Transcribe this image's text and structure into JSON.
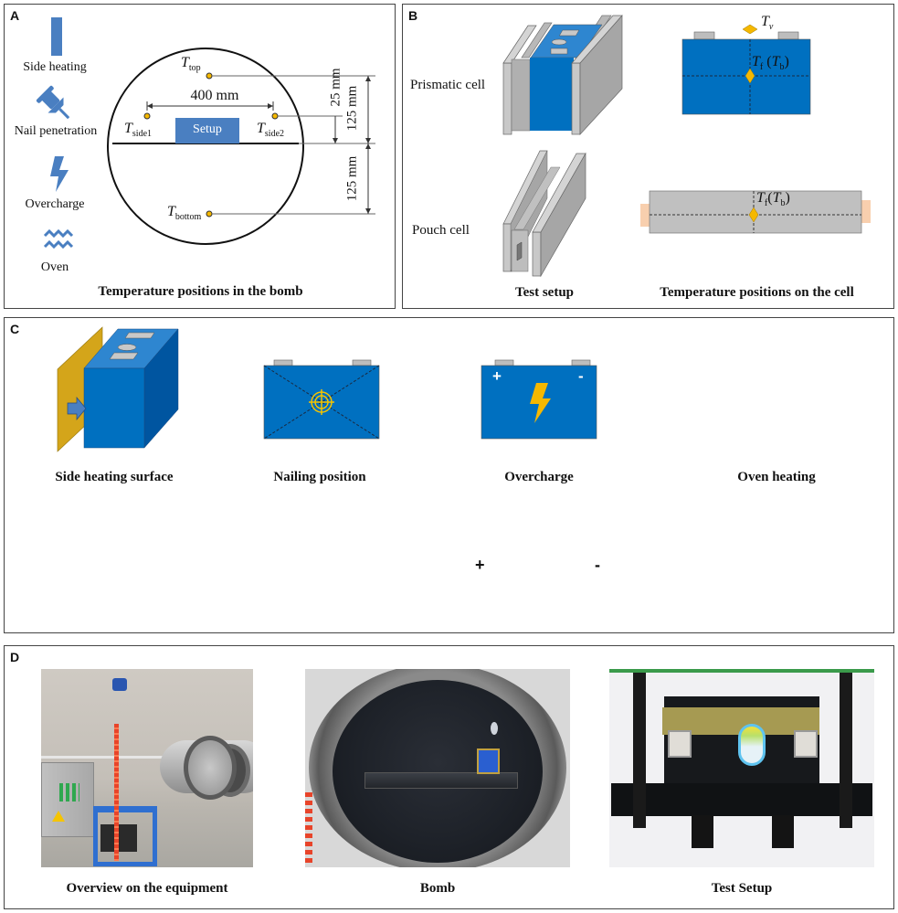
{
  "colors": {
    "icon_blue": "#4a7fc1",
    "cell_blue": "#0070c0",
    "cell_blue_light": "#2e86d0",
    "cell_blue_dark": "#0055a0",
    "gray_cell": "#c0c0c0",
    "gray_dark": "#a6a6a6",
    "heater_gold": "#d4a51a",
    "marker_yellow": "#f5b800",
    "tab_peach": "#f8cfae",
    "border": "#444444"
  },
  "panel_a": {
    "letter": "A",
    "legend": [
      {
        "icon": "side-heating-bar-icon",
        "label": "Side heating"
      },
      {
        "icon": "push-pin-icon",
        "label": "Nail penetration"
      },
      {
        "icon": "lightning-bolt-icon",
        "label": "Overcharge"
      },
      {
        "icon": "heat-waves-icon",
        "label": "Oven"
      }
    ],
    "setup_label": "Setup",
    "width_dim": "400 mm",
    "dim_25": "25 mm",
    "dim_125_top": "125 mm",
    "dim_125_bottom": "125 mm",
    "sensors": {
      "top": {
        "T": "T",
        "sub": "top"
      },
      "side1": {
        "T": "T",
        "sub": "side1"
      },
      "side2": {
        "T": "T",
        "sub": "side2"
      },
      "bottom": {
        "T": "T",
        "sub": "bottom"
      }
    },
    "caption": "Temperature positions in the bomb"
  },
  "panel_b": {
    "letter": "B",
    "row_labels": [
      "Prismatic cell",
      "Pouch cell"
    ],
    "tv": {
      "T": "T",
      "sub": "v"
    },
    "tf_tb": {
      "T1": "T",
      "sub1": "f",
      "T2": "T",
      "sub2": "b"
    },
    "caption_left": "Test setup",
    "caption_right": "Temperature positions on the cell"
  },
  "panel_c": {
    "letter": "C",
    "captions": [
      "Side heating surface",
      "Nailing position",
      "Overcharge",
      "Oven heating"
    ],
    "plus": "+",
    "minus": "-"
  },
  "panel_d": {
    "letter": "D",
    "captions": [
      "Overview on the equipment",
      "Bomb",
      "Test Setup"
    ]
  }
}
